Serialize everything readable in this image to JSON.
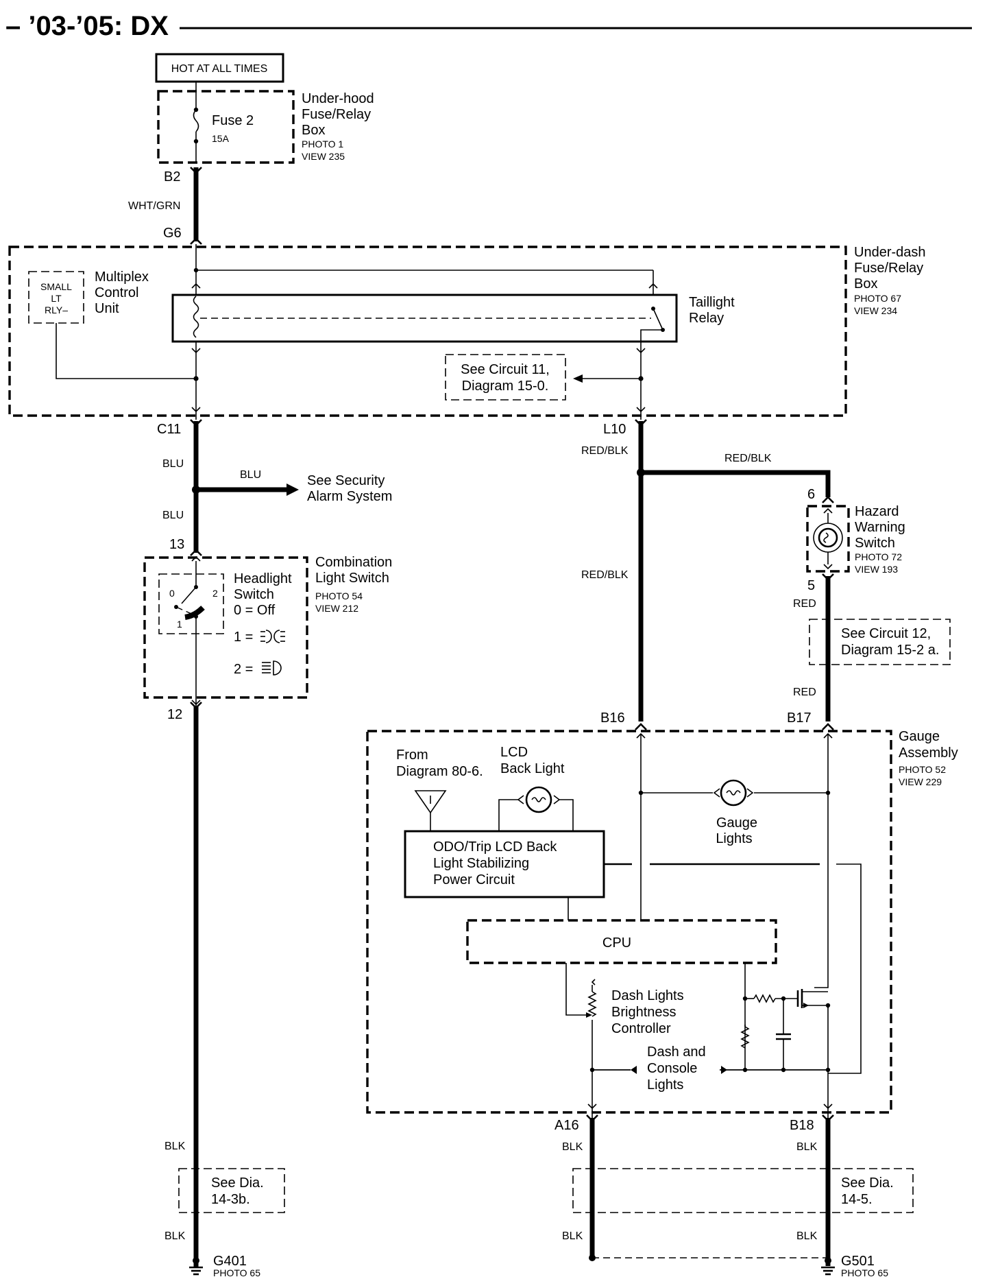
{
  "header": {
    "title": "– ’03-’05: DX"
  },
  "power": {
    "hot_label": "HOT AT ALL TIMES"
  },
  "underhood": {
    "fuse_name": "Fuse 2",
    "fuse_rating": "15A",
    "name_lines": [
      "Under-hood",
      "Fuse/Relay",
      "Box"
    ],
    "photo": "PHOTO 1",
    "view": "VIEW 235"
  },
  "connectors": {
    "b2": "B2",
    "g6": "G6",
    "c11": "C11",
    "l10": "L10",
    "p13": "13",
    "p12": "12",
    "p6": "6",
    "p5": "5",
    "b16": "B16",
    "b17": "B17",
    "a16": "A16",
    "b18": "B18"
  },
  "wires": {
    "wht_grn": "WHT/GRN",
    "blu": "BLU",
    "red_blk": "RED/BLK",
    "red": "RED",
    "blk": "BLK"
  },
  "underdash": {
    "name_lines": [
      "Under-dash",
      "Fuse/Relay",
      "Box"
    ],
    "photo": "PHOTO 67",
    "view": "VIEW 234",
    "mcu_lines": [
      "Multiplex",
      "Control",
      "Unit"
    ],
    "small_lt_rly": [
      "SMALL",
      "LT",
      "RLY–"
    ],
    "relay_lines": [
      "Taillight",
      "Relay"
    ],
    "see_circuit11": [
      "See Circuit 11,",
      "Diagram 15-0."
    ]
  },
  "security": {
    "lines": [
      "See Security",
      "Alarm System"
    ]
  },
  "combination_switch": {
    "name_lines": [
      "Combination",
      "Light Switch"
    ],
    "photo": "PHOTO 54",
    "view": "VIEW 212",
    "headlight_lines": [
      "Headlight",
      "Switch"
    ],
    "pos0": "0 = Off",
    "pos1": "1 =",
    "pos2": "2 =",
    "n0": "0",
    "n1": "1",
    "n2": "2"
  },
  "hazard": {
    "name_lines": [
      "Hazard",
      "Warning",
      "Switch"
    ],
    "photo": "PHOTO 72",
    "view": "VIEW 193"
  },
  "see_circuit12": [
    "See Circuit 12,",
    "Diagram 15-2 a."
  ],
  "gauge": {
    "name_lines": [
      "Gauge",
      "Assembly"
    ],
    "photo": "PHOTO 52",
    "view": "VIEW 229",
    "from_lines": [
      "From",
      "Diagram 80-6."
    ],
    "lcd_lines": [
      "LCD",
      "Back Light"
    ],
    "odo_lines": [
      "ODO/Trip LCD Back",
      "Light Stabilizing",
      "Power Circuit"
    ],
    "gauge_lights": [
      "Gauge",
      "Lights"
    ],
    "cpu": "CPU",
    "dimmer_lines": [
      "Dash Lights",
      "Brightness",
      "Controller"
    ],
    "dash_lines": [
      "Dash and",
      "Console",
      "Lights"
    ]
  },
  "grounds": {
    "see_14_3b": [
      "See Dia.",
      "14-3b."
    ],
    "see_14_5": [
      "See  Dia.",
      "14-5."
    ],
    "g401": "G401",
    "g401_photo": "PHOTO 65",
    "g501": "G501",
    "g501_photo": "PHOTO 65"
  }
}
